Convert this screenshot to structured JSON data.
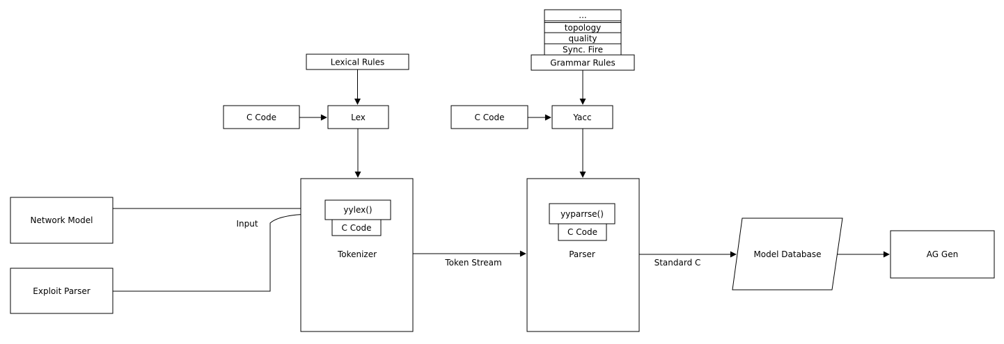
{
  "diagram": {
    "colors": {
      "background": "#ffffff",
      "stroke": "#000000",
      "node_fill": "#ffffff",
      "highlight_fill": "#ffc800"
    },
    "stack": {
      "rows": [
        "...",
        "topology",
        "quality",
        "Sync. Fire"
      ]
    },
    "nodes": {
      "grammar_rules": "Grammar Rules",
      "lexical_rules": "Lexical Rules",
      "c_code_lex": "C Code",
      "lex": "Lex",
      "c_code_yacc": "C Code",
      "yacc": "Yacc",
      "network_model": "Network Model",
      "exploit_parser": "Exploit Parser",
      "tokenizer": "Tokenizer",
      "yylex": "yylex()",
      "c_code_tokenizer": "C Code",
      "parser": "Parser",
      "yyparrse": "yyparrse()",
      "c_code_parser": "C Code",
      "model_database": "Model Database",
      "ag_gen": "AG Gen"
    },
    "edge_labels": {
      "input": "Input",
      "token_stream": "Token Stream",
      "standard_c": "Standard C"
    }
  }
}
